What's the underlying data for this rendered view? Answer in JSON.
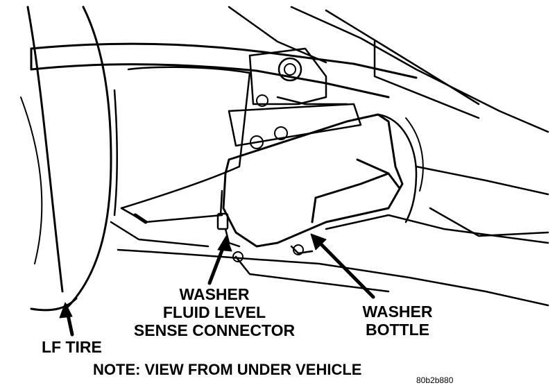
{
  "labels": {
    "washer_fluid_connector": [
      "WASHER",
      "FLUID LEVEL",
      "SENSE CONNECTOR"
    ],
    "washer_bottle": [
      "WASHER",
      "BOTTLE"
    ],
    "lf_tire": "LF TIRE"
  },
  "note": "NOTE: VIEW FROM UNDER VEHICLE",
  "figure_code": "80b2b880",
  "colors": {
    "ink": "#000000",
    "paper": "#ffffff"
  }
}
